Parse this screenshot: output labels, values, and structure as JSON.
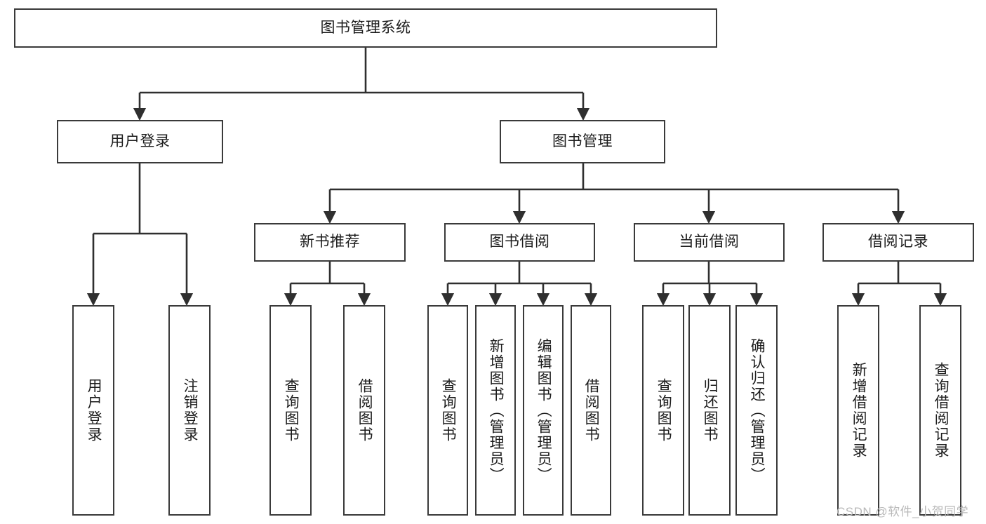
{
  "diagram": {
    "title": "图书管理系统",
    "type": "tree-hierarchy-chart",
    "root": {
      "label": "图书管理系统"
    },
    "level1": [
      {
        "label": "用户登录"
      },
      {
        "label": "图书管理"
      }
    ],
    "level2": [
      {
        "label": "新书推荐"
      },
      {
        "label": "图书借阅"
      },
      {
        "label": "当前借阅"
      },
      {
        "label": "借阅记录"
      }
    ],
    "leaves": {
      "user_login": [
        {
          "label": "用户登录"
        },
        {
          "label": "注销登录"
        }
      ],
      "new_book_recommend": [
        {
          "label": "查询图书"
        },
        {
          "label": "借阅图书"
        }
      ],
      "book_borrow": [
        {
          "label": "查询图书"
        },
        {
          "label": "新增图书（管理员）"
        },
        {
          "label": "编辑图书（管理员）"
        },
        {
          "label": "借阅图书"
        }
      ],
      "current_borrow": [
        {
          "label": "查询图书"
        },
        {
          "label": "归还图书"
        },
        {
          "label": "确认归还（管理员）"
        }
      ],
      "borrow_record": [
        {
          "label": "新增借阅记录"
        },
        {
          "label": "查询借阅记录"
        }
      ]
    }
  },
  "watermark": {
    "text": "CSDN @软件_小贺同学"
  },
  "colors": {
    "border": "#3a3a3a",
    "background": "#ffffff",
    "text": "#1c1c1c",
    "watermark": "#b9b9b9"
  }
}
